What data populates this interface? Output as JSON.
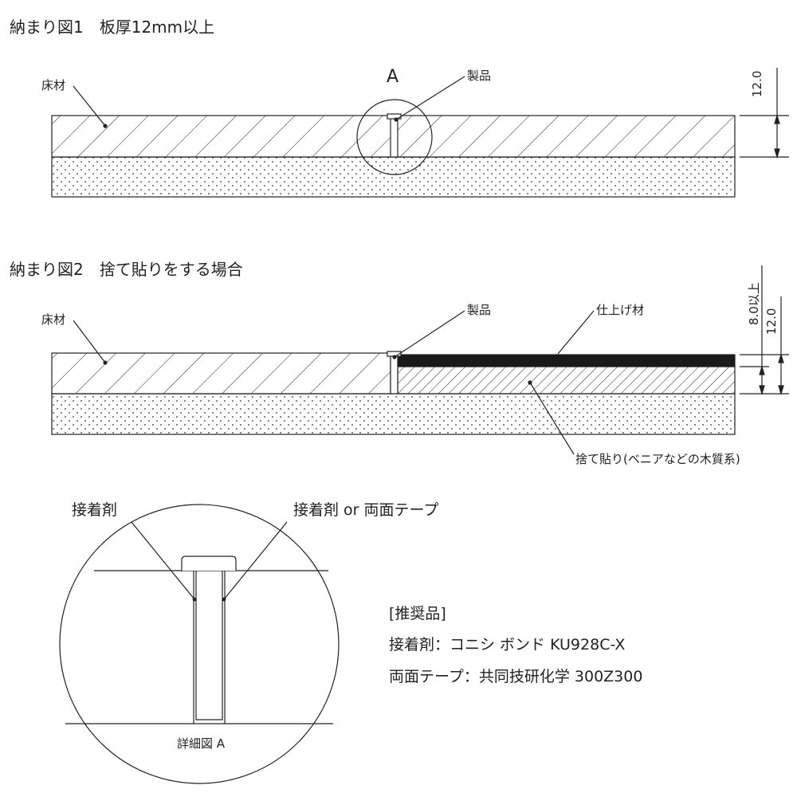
{
  "fig1": {
    "title": "納まり図1　板厚12mm以上",
    "floor_label": "床材",
    "product_label": "製品",
    "detail_marker": "A",
    "thickness": "12.0"
  },
  "fig2": {
    "title": "納まり図2　捨て貼りをする場合",
    "floor_label": "床材",
    "product_label": "製品",
    "finish_label": "仕上げ材",
    "underlay_label": "捨て貼り(ベニアなどの木質系)",
    "min_thickness": "8.0以上",
    "thickness": "12.0"
  },
  "detail": {
    "adhesive_label": "接着剤",
    "adhesive_or_tape_label": "接着剤 or 両面テープ",
    "caption": "詳細図 A"
  },
  "recommended": {
    "heading": "[推奨品]",
    "adhesive": "接着剤：コニシ ボンド KU928C-X",
    "tape": "両面テープ：共同技研化学 300Z300"
  }
}
